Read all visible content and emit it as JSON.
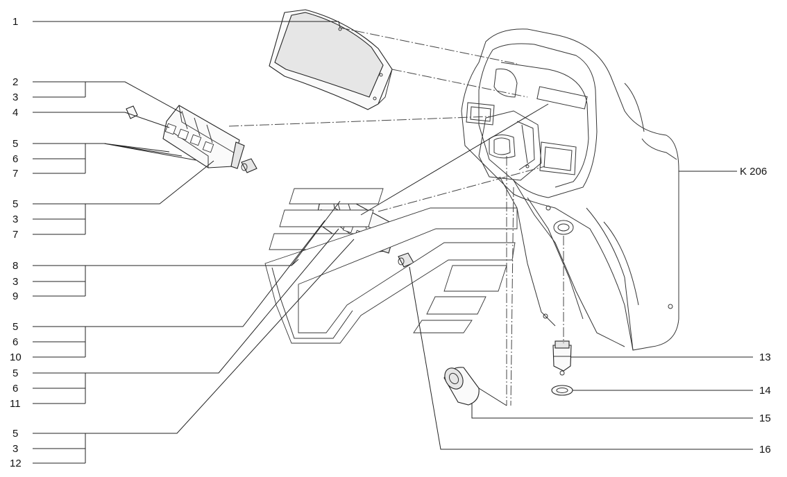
{
  "diagram": {
    "callouts_left": [
      "1",
      "2",
      "3",
      "4",
      "5",
      "6",
      "7",
      "5",
      "3",
      "7",
      "8",
      "3",
      "9",
      "5",
      "6",
      "10",
      "5",
      "6",
      "11",
      "5",
      "3",
      "12"
    ],
    "callouts_right": [
      "K 206",
      "13",
      "14",
      "15",
      "16"
    ]
  },
  "colors": {
    "line": "#222222",
    "background": "#ffffff"
  }
}
